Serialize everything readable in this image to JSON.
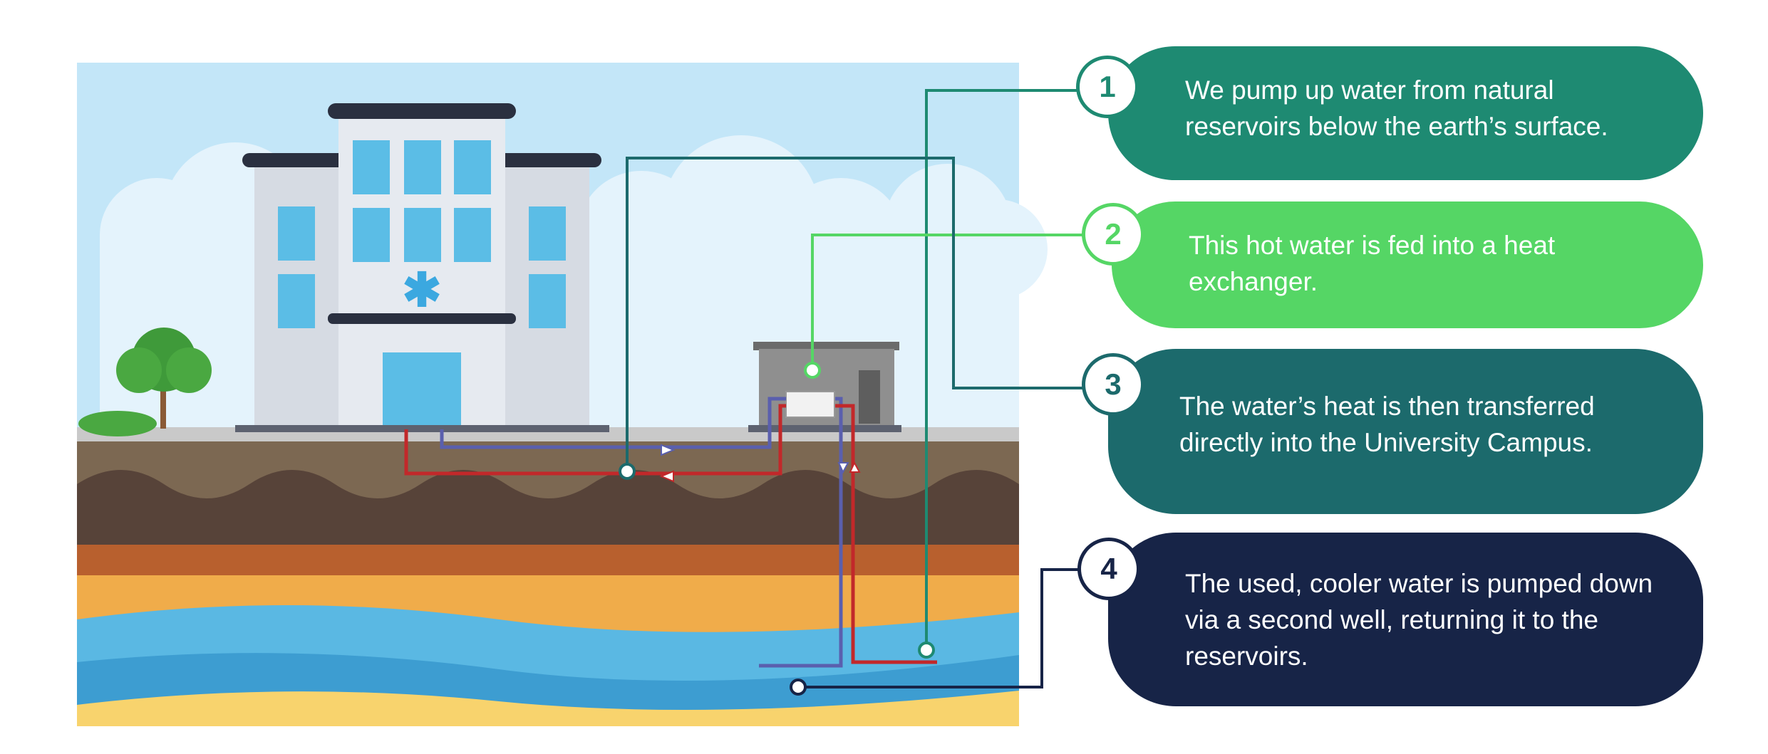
{
  "colors": {
    "step1": "#1e8a72",
    "step2": "#55d665",
    "step3": "#1c6a6c",
    "step4": "#172447",
    "hot_pipe": "#c2282a",
    "cold_pipe": "#5a5fae"
  },
  "steps": [
    {
      "number": "1",
      "text": "We pump up water from natural reservoirs below the earth’s surface."
    },
    {
      "number": "2",
      "text": "This hot water is fed into a heat exchanger."
    },
    {
      "number": "3",
      "text": "The water’s heat is then transferred directly into the University  Campus."
    },
    {
      "number": "4",
      "text": "The used, cooler water is pumped down via a second well, returning it to the reservoirs."
    }
  ],
  "illustration": {
    "building": "hospital-building",
    "building_symbol": "asterisk-medical-icon",
    "tree": "tree",
    "plant_room": "heat-exchanger-house"
  }
}
